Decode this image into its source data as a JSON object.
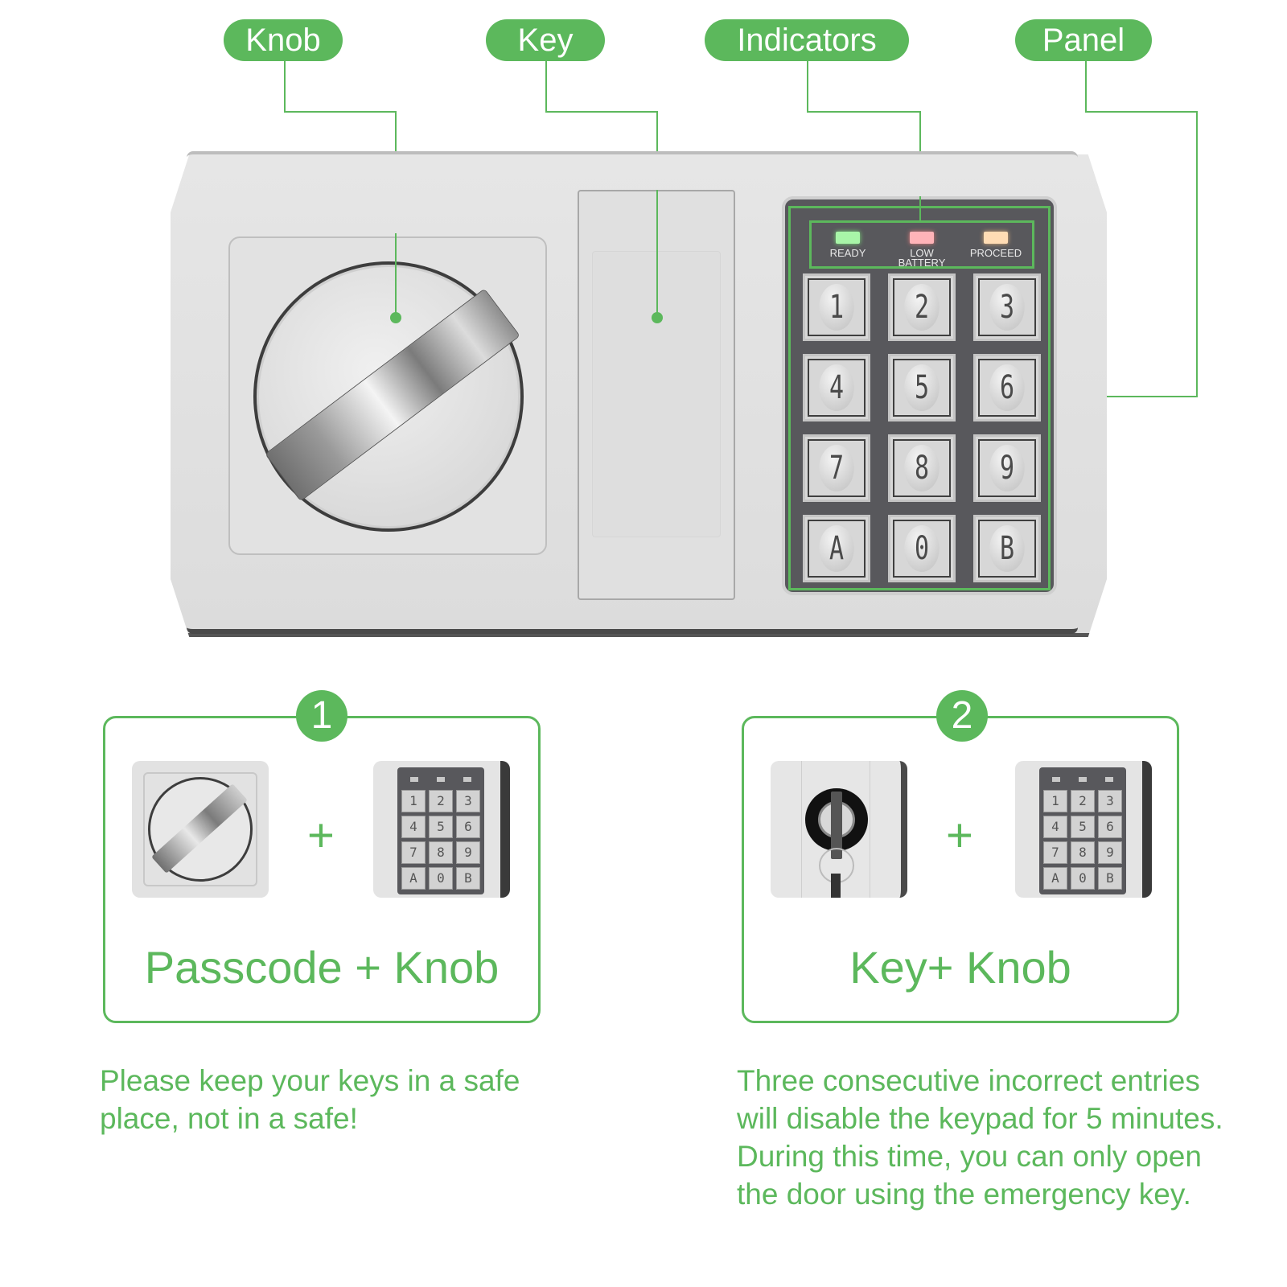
{
  "callouts": [
    {
      "id": "knob",
      "label": "Knob"
    },
    {
      "id": "key",
      "label": "Key"
    },
    {
      "id": "indicators",
      "label": "Indicators"
    },
    {
      "id": "panel",
      "label": "Panel"
    }
  ],
  "indicators": [
    {
      "label": "READY",
      "color": "#a8f5a8"
    },
    {
      "label": "LOW BATTERY",
      "color": "#ffb3b8"
    },
    {
      "label": "PROCEED",
      "color": "#ffdcb4"
    }
  ],
  "keypad": {
    "keys": [
      "1",
      "2",
      "3",
      "4",
      "5",
      "6",
      "7",
      "8",
      "9",
      "A",
      "0",
      "B"
    ]
  },
  "modes": [
    {
      "number": "1",
      "plus": "+",
      "title": "Passcode + Knob"
    },
    {
      "number": "2",
      "plus": "+",
      "title": "Key+ Knob"
    }
  ],
  "notes": {
    "left": "Please keep your keys in a safe place, not in a safe!",
    "right": "Three consecutive incorrect entries will disable the keypad for 5 minutes. During this time, you can only open the door using the emergency key."
  },
  "colors": {
    "accent": "#5cb85c",
    "keypad_bg": "#58585c",
    "plate": "#e0e0e0"
  }
}
